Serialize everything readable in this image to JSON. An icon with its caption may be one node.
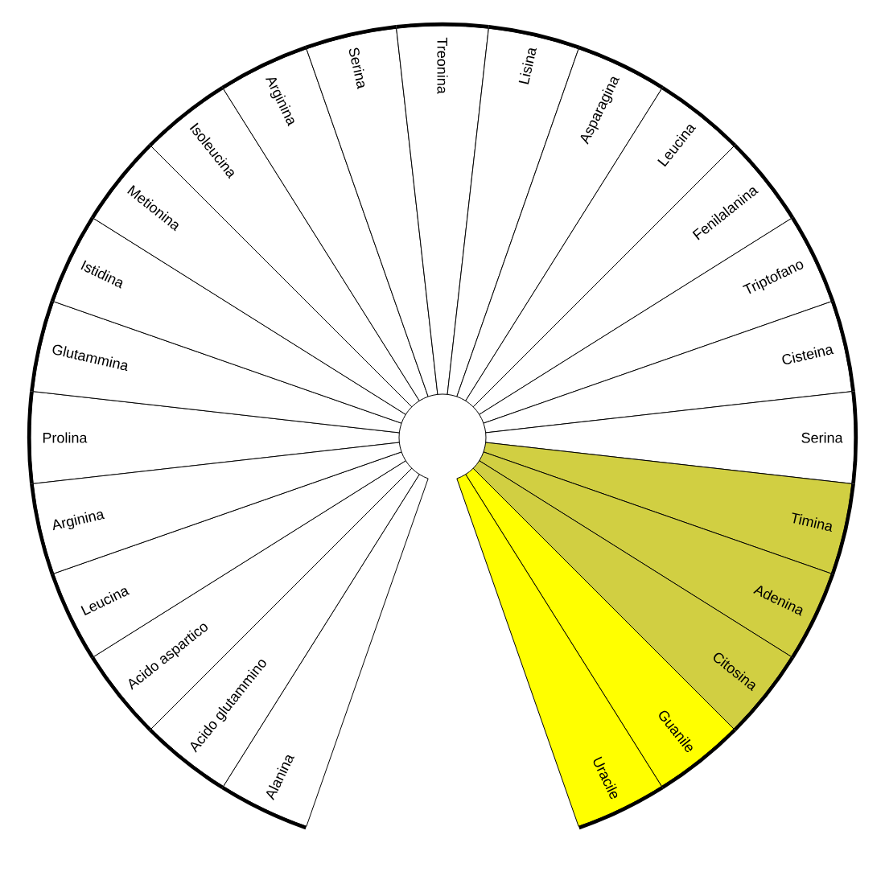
{
  "diagram": {
    "nodes": [
      {
        "text": [
          "Prolina"
        ]
      },
      {
        "text": [
          "Glutammina"
        ]
      },
      {
        "text": [
          "Istidina"
        ]
      },
      {
        "text": [
          "Metionina"
        ]
      },
      {
        "text": [
          "Isoleucina"
        ]
      },
      {
        "text": [
          "Arginina"
        ]
      },
      {
        "text": [
          "Serina"
        ]
      },
      {
        "text": [
          "Treonina"
        ]
      },
      {
        "text": [
          "Lisina"
        ]
      },
      {
        "text": [
          "Asparagina"
        ]
      },
      {
        "text": [
          "Leucina"
        ]
      },
      {
        "text": [
          "Fenilalanina"
        ]
      },
      {
        "text": [
          "Triptofano"
        ]
      },
      {
        "text": [
          "Cisteina"
        ]
      },
      {
        "text": [
          "Serina"
        ]
      },
      {
        "text": [
          "Timina"
        ]
      },
      {
        "text": [
          "Adenina"
        ]
      },
      {
        "text": [
          "Citosina"
        ]
      },
      {
        "text": [
          "Guanile"
        ]
      },
      {
        "text": [
          "Uracile"
        ]
      },
      {
        "text": [
          "Alanina"
        ]
      },
      {
        "text": [
          "Acido glutammino"
        ]
      },
      {
        "text": [
          "Acido aspartico"
        ]
      },
      {
        "text": [
          "Leucina"
        ]
      },
      {
        "text": [
          "Arginina"
        ]
      }
    ]
  }
}
